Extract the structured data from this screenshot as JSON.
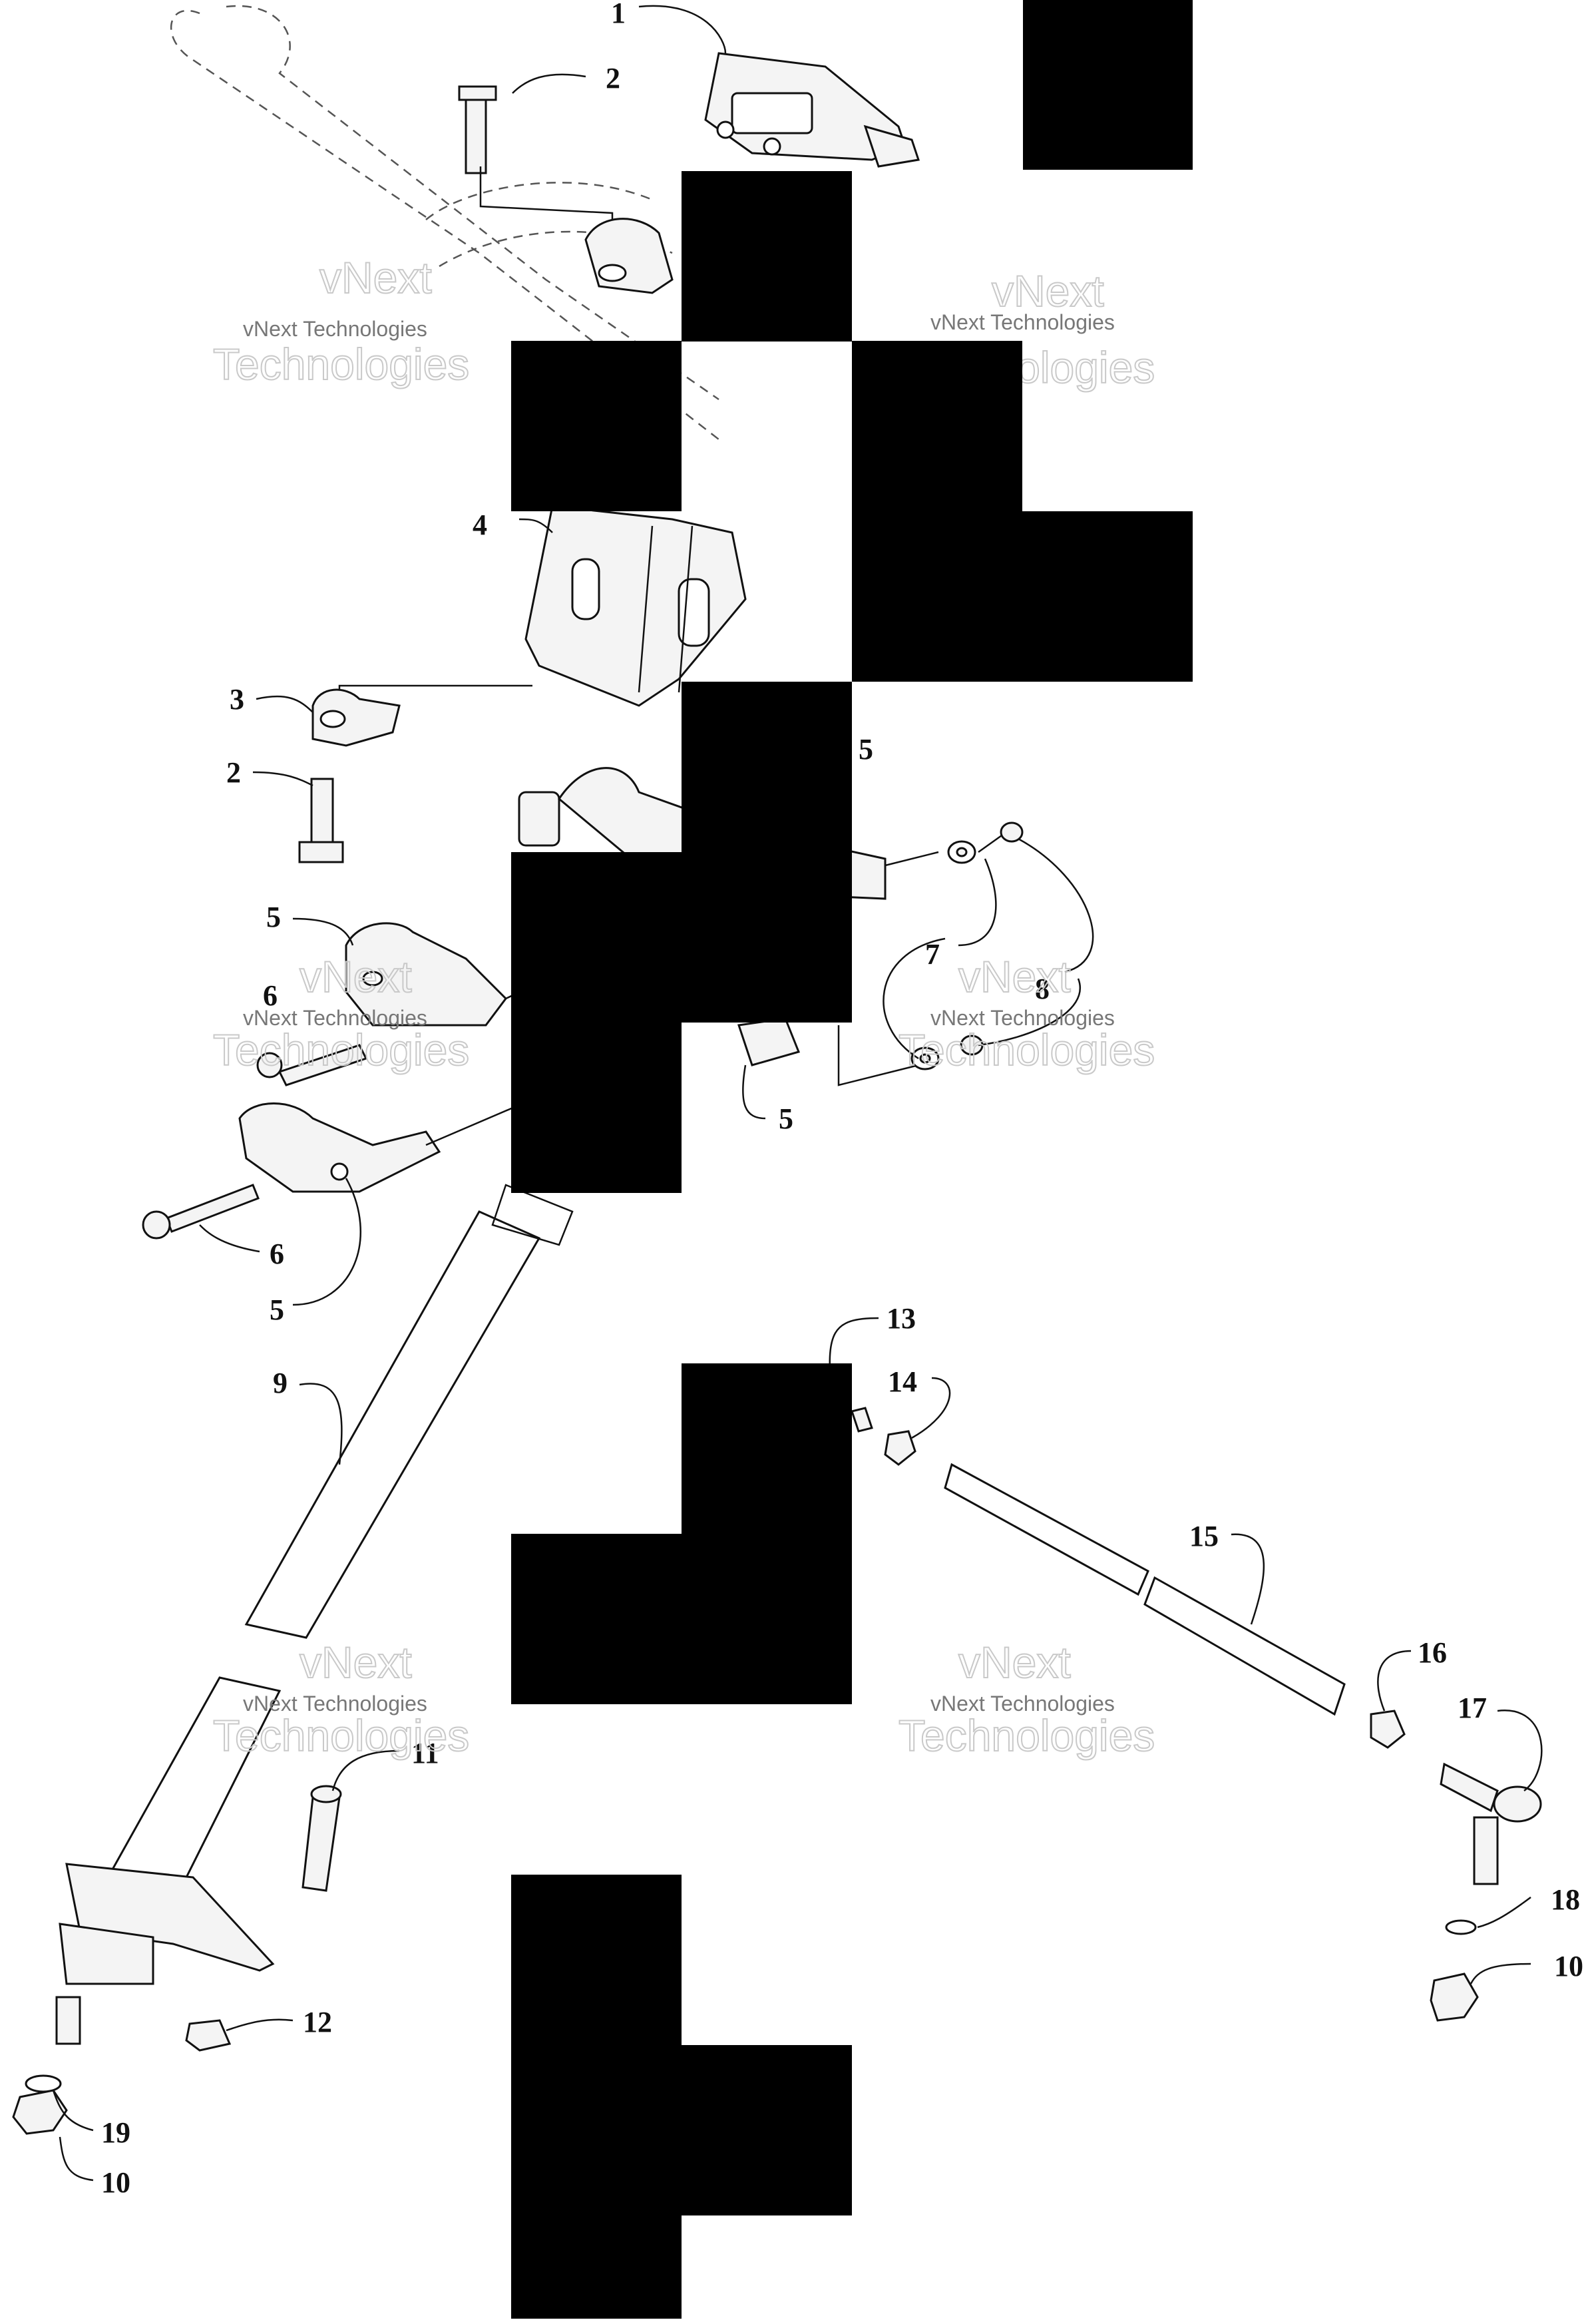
{
  "callouts": [
    {
      "id": "1",
      "label": "1"
    },
    {
      "id": "2a",
      "label": "2"
    },
    {
      "id": "4",
      "label": "4"
    },
    {
      "id": "3",
      "label": "3"
    },
    {
      "id": "2b",
      "label": "2"
    },
    {
      "id": "5a",
      "label": "5"
    },
    {
      "id": "5b",
      "label": "5"
    },
    {
      "id": "6a",
      "label": "6"
    },
    {
      "id": "7",
      "label": "7"
    },
    {
      "id": "8",
      "label": "8"
    },
    {
      "id": "5c",
      "label": "5"
    },
    {
      "id": "6b",
      "label": "6"
    },
    {
      "id": "5d",
      "label": "5"
    },
    {
      "id": "9",
      "label": "9"
    },
    {
      "id": "13",
      "label": "13"
    },
    {
      "id": "14",
      "label": "14"
    },
    {
      "id": "15",
      "label": "15"
    },
    {
      "id": "16",
      "label": "16"
    },
    {
      "id": "17",
      "label": "17"
    },
    {
      "id": "11",
      "label": "11"
    },
    {
      "id": "18",
      "label": "18"
    },
    {
      "id": "10a",
      "label": "10"
    },
    {
      "id": "12",
      "label": "12"
    },
    {
      "id": "19",
      "label": "19"
    },
    {
      "id": "10b",
      "label": "10"
    }
  ],
  "watermark": {
    "brand_line": "vNext",
    "company_line": "vNext Technologies",
    "large_line": "Technologies"
  }
}
